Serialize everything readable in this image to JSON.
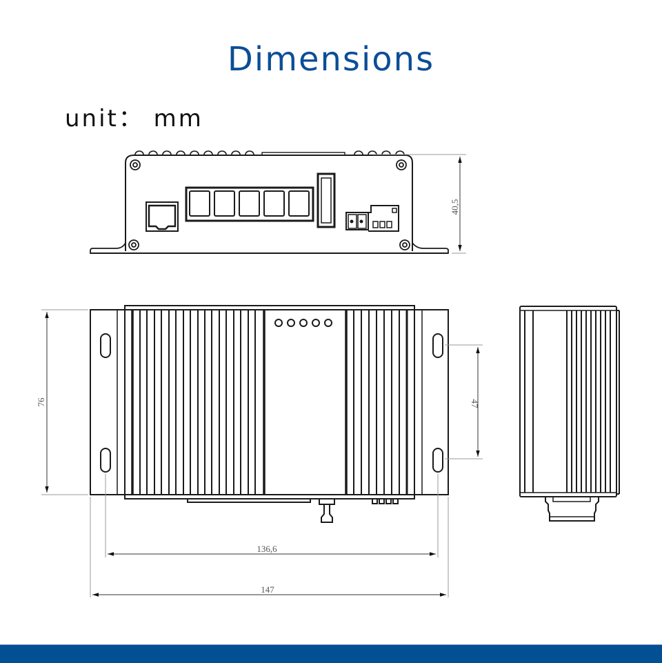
{
  "header": {
    "title": "Dimensions",
    "unit_label": "unit： mm"
  },
  "dimensions": {
    "height": "40,5",
    "depth": "76",
    "mount_hole_spacing": "47",
    "mount_hole_width": "136,6",
    "overall_width": "147"
  },
  "views": {
    "front": "front-view",
    "top": "top-view",
    "side": "side-view"
  },
  "colors": {
    "title": "#0b4e96",
    "footer_bar": "#034f93",
    "line": "#1a1a1a",
    "dimension_line": "#999999"
  }
}
